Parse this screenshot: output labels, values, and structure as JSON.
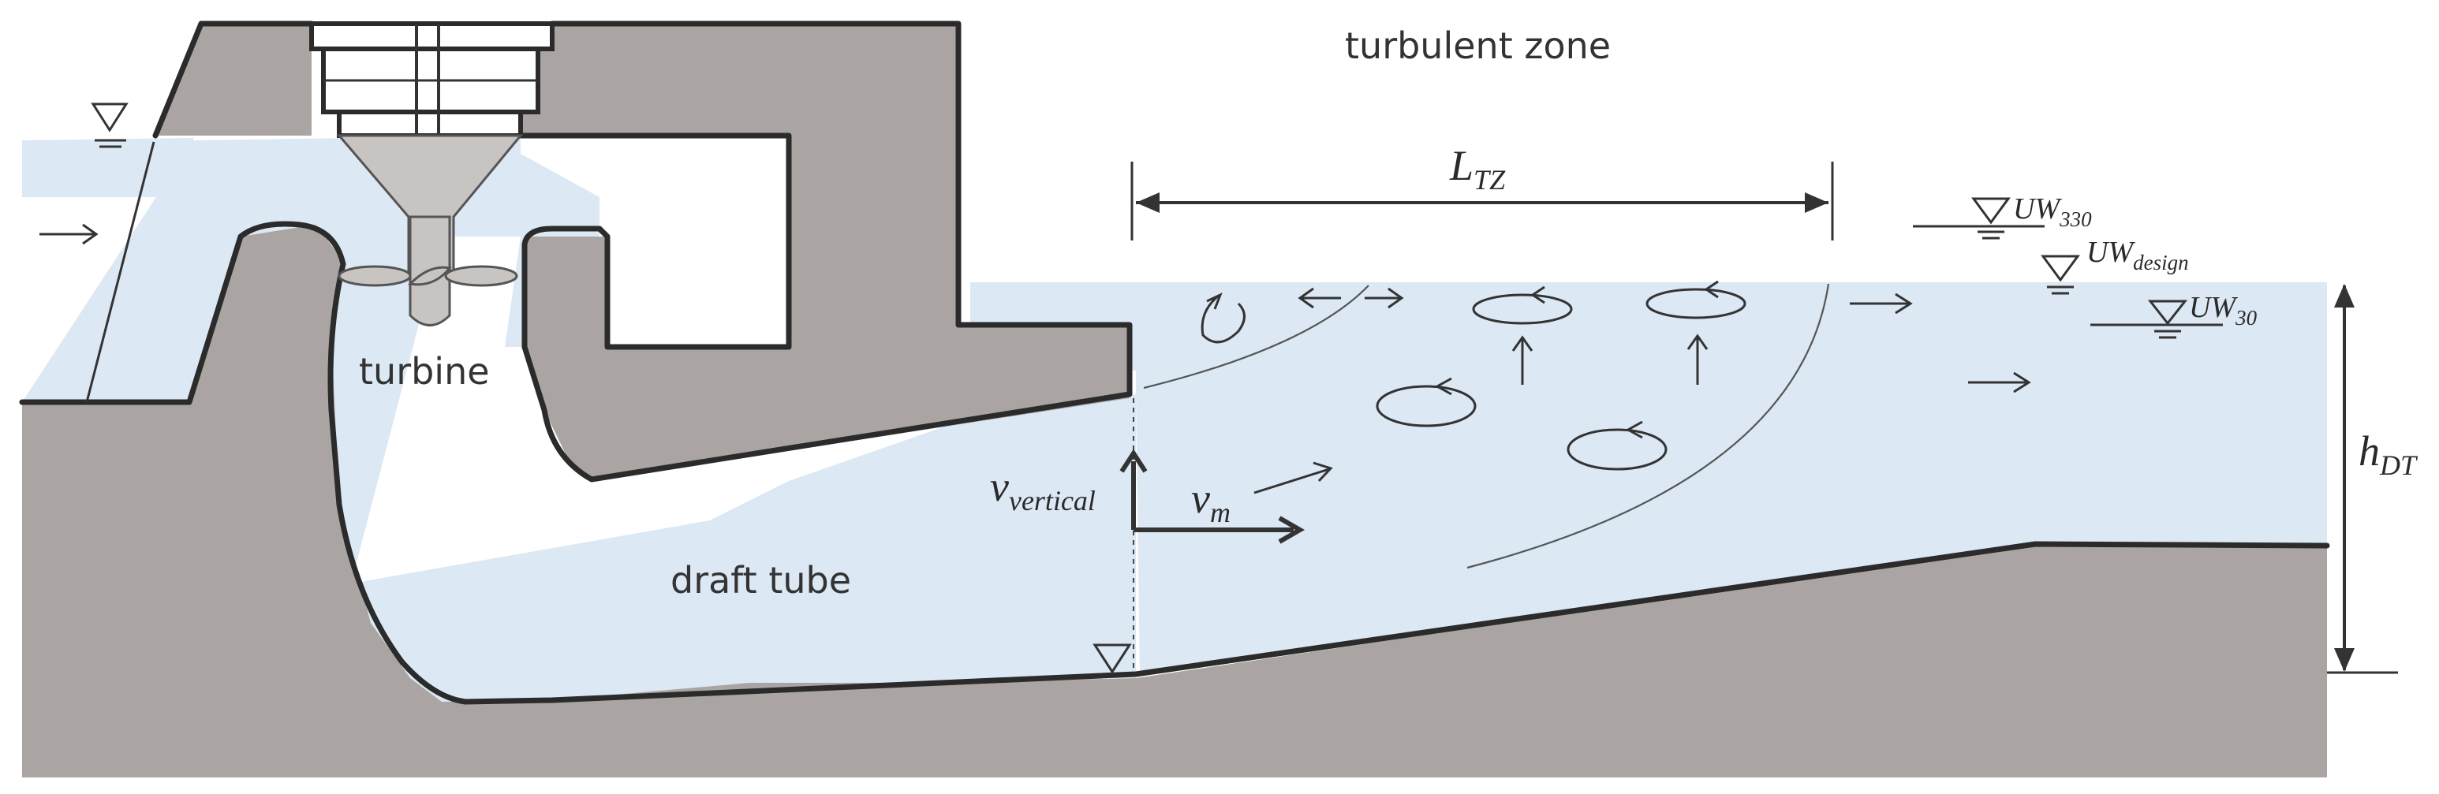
{
  "labels": {
    "turbulent_zone": "turbulent zone",
    "turbine": "turbine",
    "draft_tube": "draft tube"
  },
  "symbols": {
    "l_tz": {
      "main": "L",
      "sub": "TZ"
    },
    "h_dt": {
      "main": "h",
      "sub": "DT"
    },
    "v_vertical": {
      "main": "v",
      "sub": "vertical"
    },
    "v_m": {
      "main": "v",
      "sub": "m"
    }
  },
  "water_levels": [
    {
      "main": "UW",
      "sub": "330"
    },
    {
      "main": "UW",
      "sub": "design"
    },
    {
      "main": "UW",
      "sub": "30"
    }
  ],
  "colors": {
    "water": "#dce8f4",
    "concrete": "#aaa5a3",
    "outline": "#2b2b2b",
    "text": "#333333"
  },
  "icons": [
    "water-level-triangle-icon",
    "flow-arrow-icon",
    "eddy-icon"
  ]
}
